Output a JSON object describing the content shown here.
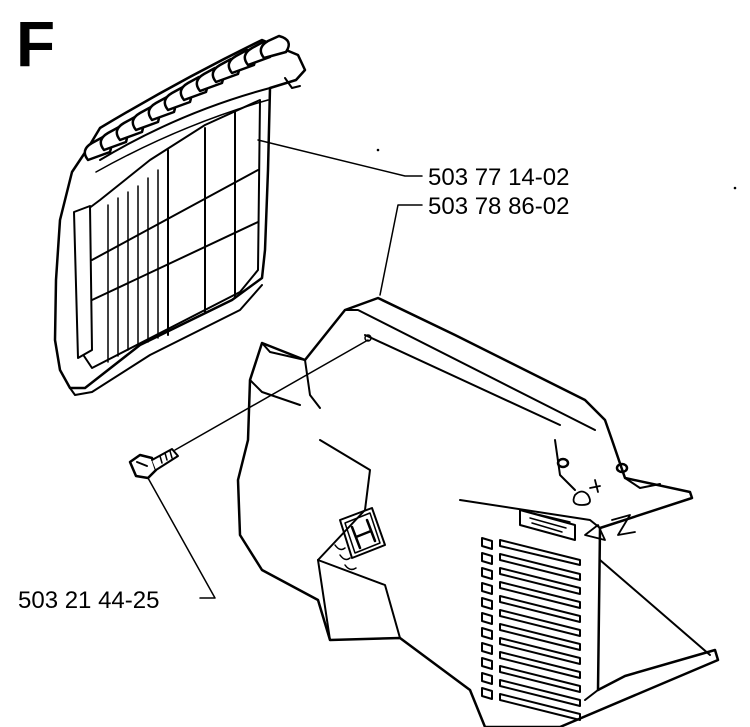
{
  "section_letter": "F",
  "parts": [
    {
      "number": "503 77 14-02",
      "item": "air-filter"
    },
    {
      "number": "503 78 86-02",
      "item": "cylinder-cover"
    },
    {
      "number": "503 21 44-25",
      "item": "screw"
    }
  ],
  "colors": {
    "ink": "#000000",
    "paper": "#ffffff"
  }
}
